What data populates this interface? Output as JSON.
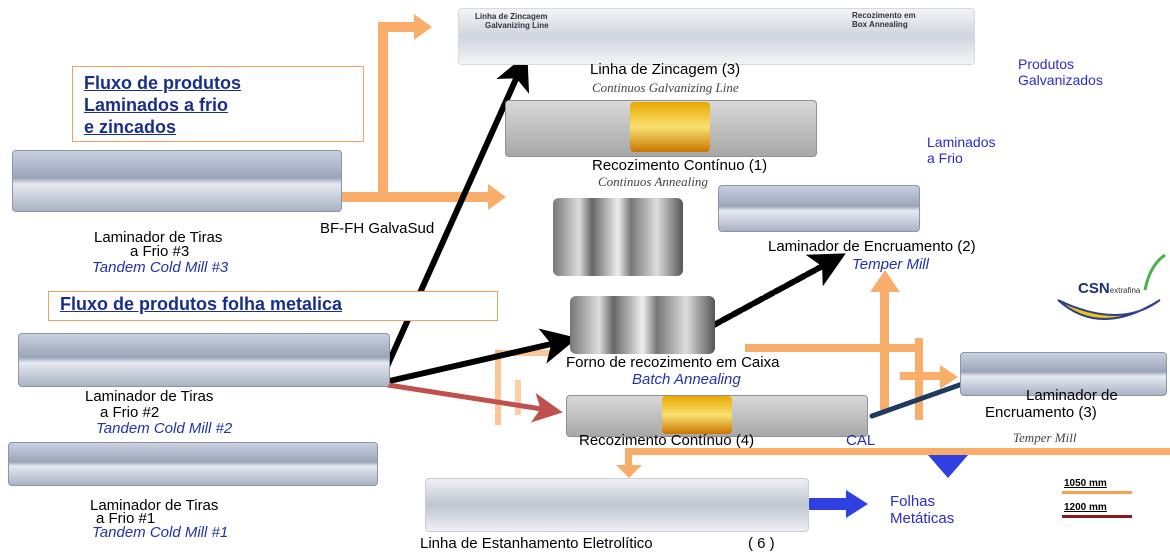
{
  "titles": {
    "cold_flow_l1": "Fluxo de produtos",
    "cold_flow_l2": "Laminados a frio",
    "cold_flow_l3": "e zincados",
    "tin_flow": "Fluxo de produtos folha metalica"
  },
  "zinc_line": {
    "name": "Linha de Zincagem  (3)",
    "english": "Continuos Galvanizing Line",
    "header_left_1": "Linha de Zincagem",
    "header_left_2": "Galvanizing Line",
    "header_right_1": "Recozimento em",
    "header_right_2": "Box Annealing"
  },
  "continuous_annealing_1": {
    "name": "Recozimento Contínuo  (1)",
    "english": "Continuos Annealing"
  },
  "tandem_3": {
    "line1": "Laminador de Tiras",
    "line2": "a Frio  #3",
    "english": "Tandem Cold Mill #3"
  },
  "galvasud": {
    "name": "BF-FH GalvaSud"
  },
  "temper_2": {
    "name": "Laminador de Encruamento (2)",
    "english": "Temper Mill"
  },
  "batch": {
    "name": "Forno de recozimento em Caixa",
    "english": "Batch Annealing"
  },
  "tandem_2": {
    "line1": "Laminador de Tiras",
    "line2": "a Frio #2",
    "english": "Tandem Cold Mill #2"
  },
  "cal_4": {
    "name": "Recozimento Contínuo (4)",
    "abbr": "CAL"
  },
  "tandem_1": {
    "line1": "Laminador de Tiras",
    "line2": "a Frio #1",
    "english": "Tandem Cold Mill #1"
  },
  "temper_3": {
    "line1": "Laminador de",
    "line2": "Encruamento (3)",
    "english": "Temper Mill"
  },
  "tinning": {
    "name": "Linha de Estanhamento Eletrolítico",
    "count": "( 6 )"
  },
  "outputs": {
    "galv_1": "Produtos",
    "galv_2": "Galvanizados",
    "cold_1": "Laminados",
    "cold_2": "a Frio",
    "tin_1": "Folhas",
    "tin_2": "Metáticas"
  },
  "logo": {
    "brand": "CSN",
    "suffix": "extrafina"
  },
  "legend": {
    "width_1050": "1050 mm",
    "width_1200": "1200 mm"
  },
  "colors": {
    "orange_flow": "#f7a050",
    "black_arrow": "#000000",
    "red_arrow": "#c0504d",
    "blue_arrow": "#1f3a60",
    "tin_arrow": "#2f3fe0",
    "title_blue": "#1a2f8a"
  }
}
